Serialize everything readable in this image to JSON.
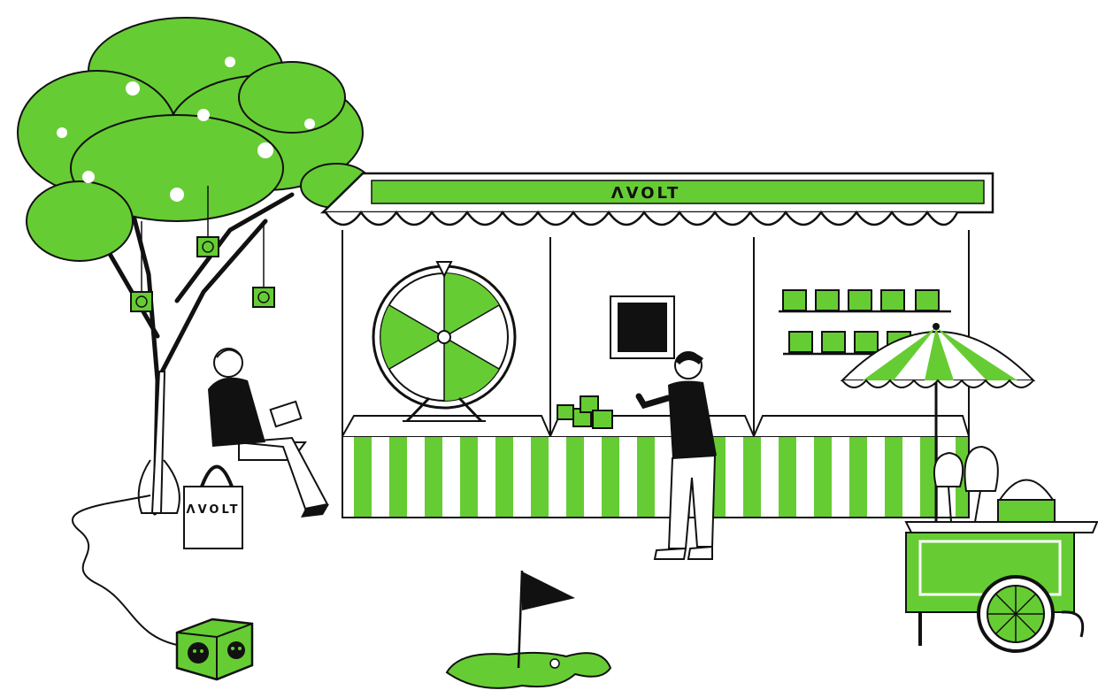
{
  "signage": {
    "awning_brand": "ΛVOLT",
    "bag_brand": "ΛVOLT"
  },
  "colors": {
    "accent_green": "#66CC33",
    "ink": "#111111",
    "paper": "#ffffff"
  },
  "icons": [
    "tree",
    "power-cube",
    "prize-wheel",
    "shopping-bag",
    "golf-flag",
    "umbrella",
    "cotton-candy-cart"
  ]
}
